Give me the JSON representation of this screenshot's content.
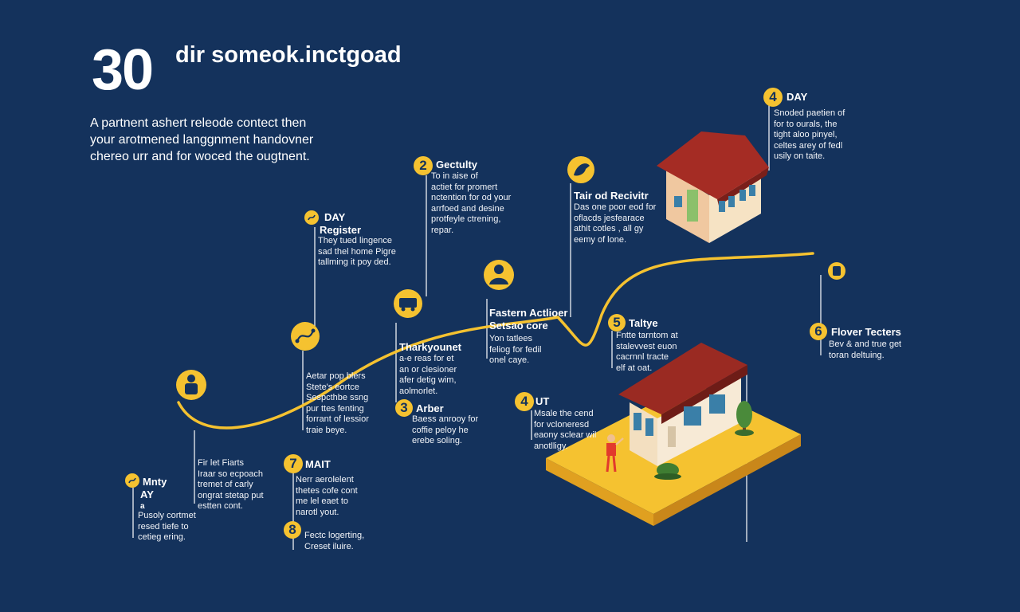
{
  "header": {
    "big_number": "30",
    "headline": "dir someok.inctgoad",
    "intro_lines": [
      "A partnent ashert releode contect then",
      "your arotmened langgnment handovner",
      "chereo urr and for woced the ougtnent."
    ]
  },
  "steps": [
    {
      "id": "day-top",
      "badge": "4",
      "title_lines": [
        "DAY"
      ],
      "body": [
        "Snoded paetien of",
        "for to ourals, the",
        "tight aloo pinyel,",
        "celtes arey of fedl",
        "usily on taite."
      ]
    },
    {
      "id": "gectulty",
      "badge": "2",
      "title_lines": [
        "Gectulty"
      ],
      "body": [
        "To in aise of",
        "actiet for promert",
        "nctention for od your",
        "arrfoed and desine",
        "protfeyle ctrening,",
        "repar."
      ]
    },
    {
      "id": "day-register",
      "badge": "",
      "title_lines": [
        "DAY",
        "Register"
      ],
      "body": [
        "They tued lingence",
        "sad thel home Pigre",
        "tallming it poy ded."
      ]
    },
    {
      "id": "tared-recivity",
      "badge": "",
      "title_lines": [
        "Tair od Recivitr"
      ],
      "body": [
        "Das one poor eod for",
        "oflacds jesfearace",
        "athit cotles , all gy",
        "eemy of lone."
      ]
    },
    {
      "id": "eastern-action",
      "badge": "",
      "title_lines": [
        "Fastern Actlioer",
        "Setsao core"
      ],
      "body": [
        "Yon tatlees",
        "feliog for fedil",
        "onel caye."
      ]
    },
    {
      "id": "thankyou",
      "badge": "",
      "title_lines": [
        "Tharkyounet"
      ],
      "body": [
        "a-e reas for et",
        "an or clesioner",
        "afer detig wim,",
        "aolmorlet."
      ]
    },
    {
      "id": "taltye",
      "badge": "5",
      "title_lines": [
        "Taltye"
      ],
      "body": [
        "Fntte tarntom at",
        "stalevvest euon",
        "cacrnnl tracte",
        "elf at oat."
      ]
    },
    {
      "id": "flover-tecters",
      "badge": "6",
      "title_lines": [
        "Flover Tecters"
      ],
      "body": [
        "Bev & and true get",
        "toran deltuing."
      ]
    },
    {
      "id": "arber",
      "badge": "3",
      "title_lines": [
        "Arber"
      ],
      "body": [
        "Baess anrooy for",
        "coffie peloy he",
        "erebe soling."
      ]
    },
    {
      "id": "ut",
      "badge": "4",
      "title_lines": [
        "UT"
      ],
      "body": [
        "Msale the cend",
        "for vcloneresd",
        "eaony sclear wil",
        "anotlligy."
      ]
    },
    {
      "id": "mid-left",
      "badge": "",
      "title_lines": [],
      "body": [
        "Aetar pop blers",
        "Stete's eortce",
        "Sespcthbe ssng",
        "pur ttes fenting",
        "forrant of lessior",
        "traie beye."
      ]
    },
    {
      "id": "lower-left",
      "badge": "",
      "title_lines": [],
      "body": [
        "Fir let Fiarts",
        "Iraar so ecpoach",
        "tremet of carly",
        "ongrat stetap put",
        "estten cont."
      ]
    },
    {
      "id": "matt",
      "badge": "7",
      "title_lines": [
        "MAIT"
      ],
      "body": [
        "Nerr aerolelent",
        "thetes cofe cont",
        "me lel eaet to",
        "narotl yout."
      ]
    },
    {
      "id": "eight",
      "badge": "8",
      "title_lines": [],
      "body": [
        "Fectc logerting,",
        "Creset iluire."
      ]
    },
    {
      "id": "mnty",
      "badge": "",
      "title_lines": [
        "Mnty",
        "AY",
        "a"
      ],
      "body": [
        "Pusoly cortmet",
        "resed tiefe to",
        "cetieg ering."
      ]
    }
  ],
  "colors": {
    "background": "#14325c",
    "accent": "#f5c230",
    "roof": "#9a2a22",
    "wall": "#f3dfc0"
  },
  "icons": [
    "person-icon",
    "route-icon",
    "truck-icon",
    "user-icon",
    "bird-icon",
    "tablet-icon",
    "house-icon",
    "worker-icon",
    "tree-icon"
  ]
}
